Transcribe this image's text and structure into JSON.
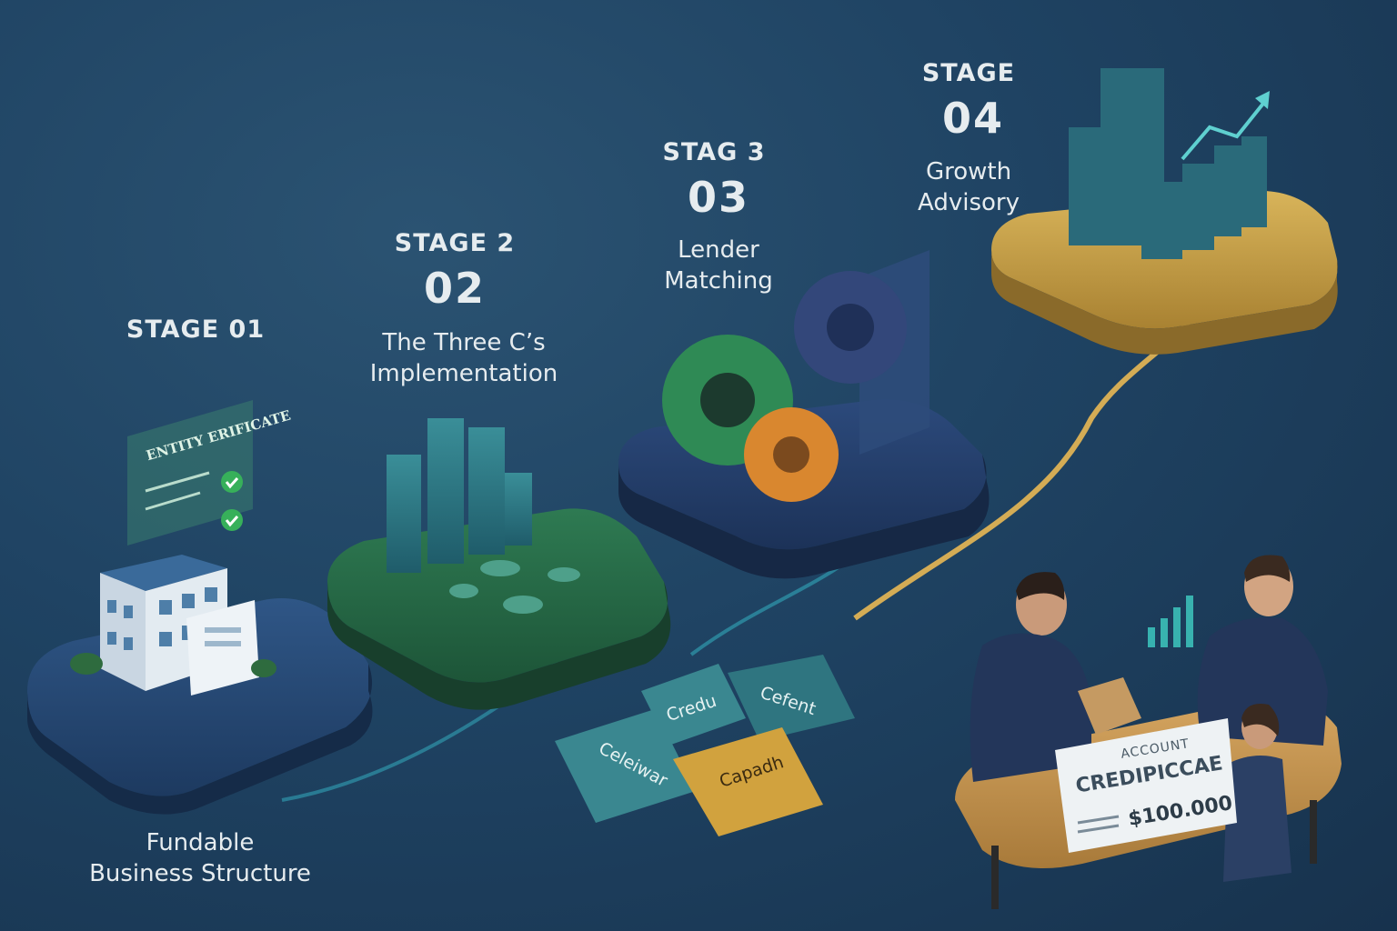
{
  "stages": [
    {
      "title": "STAGE 01",
      "number": "",
      "name_line1": "Fundable",
      "name_line2": "Business Structure"
    },
    {
      "title": "STAGE 2",
      "number": "02",
      "name_line1": "The Three C’s",
      "name_line2": "Implementation"
    },
    {
      "title": "STAG 3",
      "number": "03",
      "name_line1": "Lender",
      "name_line2": "Matching"
    },
    {
      "title": "STAGE",
      "number": "04",
      "name_line1": "Growth",
      "name_line2": "Advisory"
    }
  ],
  "certificate": {
    "heading": "ENTITY ERIFICATE"
  },
  "puzzle": {
    "piece1": "Credu",
    "piece2": "Cefent",
    "piece3": "Celeiwar",
    "piece4": "Capadh"
  },
  "check": {
    "account_label": "ACCOUNT",
    "name": "CREDIPICCAE",
    "amount": "$100.000"
  },
  "colors": {
    "background": "#1f4363",
    "platform_blue": "#264a73",
    "platform_green": "#2a6a4a",
    "platform_navy": "#25416d",
    "platform_gold": "#c9a24a",
    "teal": "#2f8a8f",
    "orange": "#d9872f"
  }
}
